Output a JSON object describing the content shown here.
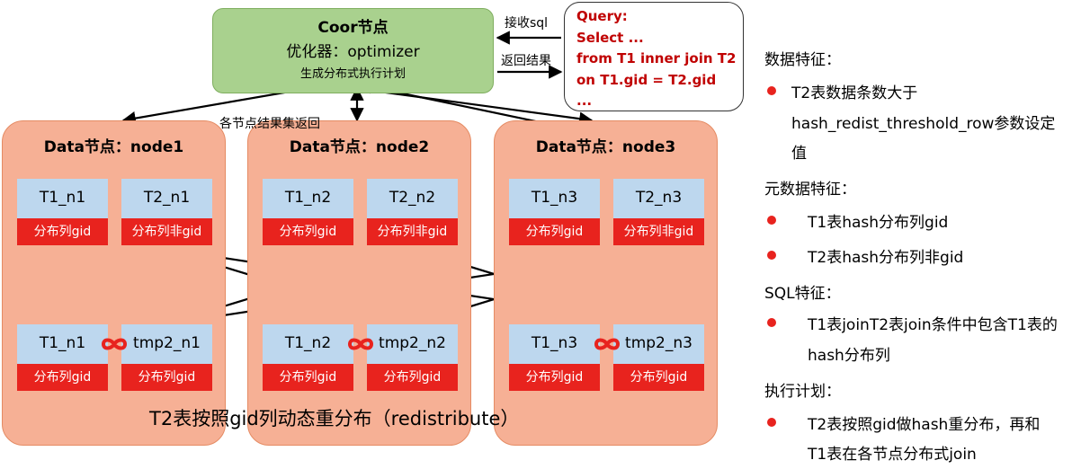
{
  "coor": {
    "title": "Coor节点",
    "optimizer": "优化器：optimizer",
    "plan": "生成分布式执行计划"
  },
  "query": {
    "lines": [
      "Query:",
      "Select ...",
      "from T1 inner join T2",
      "on T1.gid = T2.gid",
      "..."
    ]
  },
  "labels": {
    "receive_sql": "接收sql",
    "return_result": "返回结果",
    "node_results": "各节点结果集返回"
  },
  "nodes": [
    {
      "title": "Data节点：node1",
      "t1": "T1_n1",
      "t2": "T2_n1",
      "t1_dist": "分布列gid",
      "t2_dist": "分布列非gid",
      "b1": "T1_n1",
      "b2": "tmp2_n1",
      "b1_dist": "分布列gid",
      "b2_dist": "分布列gid"
    },
    {
      "title": "Data节点：node2",
      "t1": "T1_n2",
      "t2": "T2_n2",
      "t1_dist": "分布列gid",
      "t2_dist": "分布列非gid",
      "b1": "T1_n2",
      "b2": "tmp2_n2",
      "b1_dist": "分布列gid",
      "b2_dist": "分布列gid"
    },
    {
      "title": "Data节点：node3",
      "t1": "T1_n3",
      "t2": "T2_n3",
      "t1_dist": "分布列gid",
      "t2_dist": "分布列非gid",
      "b1": "T1_n3",
      "b2": "tmp2_n3",
      "b1_dist": "分布列gid",
      "b2_dist": "分布列gid"
    }
  ],
  "redistribute": "T2表按照gid列动态重分布（redistribute）",
  "info": {
    "data_title": "数据特征：",
    "data_items": [
      "T2表数据条数大于",
      "hash_redist_threshold_row参数设定",
      "值"
    ],
    "meta_title": "元数据特征：",
    "meta_items": [
      "T1表hash分布列gid",
      "T2表hash分布列非gid"
    ],
    "sql_title": "SQL特征：",
    "sql_items": [
      "T1表joinT2表join条件中包含T1表的",
      "hash分布列"
    ],
    "plan_title": "执行计划：",
    "plan_items": [
      "T2表按照gid做hash重分布，再和",
      "T1表在各节点分布式join"
    ]
  },
  "colors": {
    "node_fill": "#f6b095",
    "table_fill": "#bdd7ee",
    "dist_fill": "#e8231e",
    "coor_fill": "#a9d18e",
    "query_text": "#c00000"
  }
}
